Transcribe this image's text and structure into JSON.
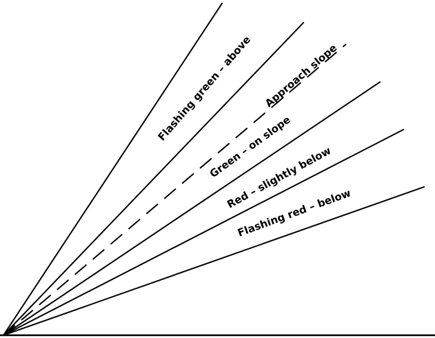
{
  "diagram": {
    "labels": {
      "flashing_green": "Flashing green – above",
      "approach_slope": "Approach slope",
      "green": "Green – on slope",
      "red": "Red – slightly below",
      "flashing_red": "Flashing red – below"
    },
    "colors": {
      "line": "#000000",
      "background": "#ffffff"
    }
  }
}
